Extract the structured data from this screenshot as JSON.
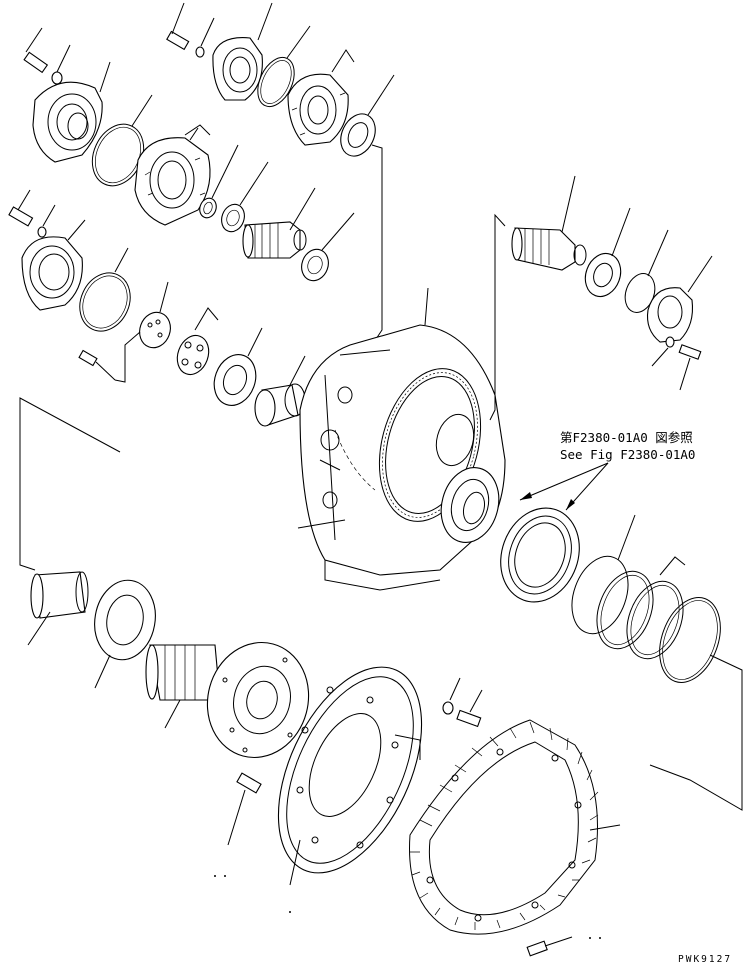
{
  "references": {
    "ref_jp": "第F2380-01A0 図参照",
    "ref_en": "See Fig F2380-01A0"
  },
  "drawing_code": "PWK9127",
  "colors": {
    "ink": "#000000",
    "paper": "#ffffff"
  }
}
